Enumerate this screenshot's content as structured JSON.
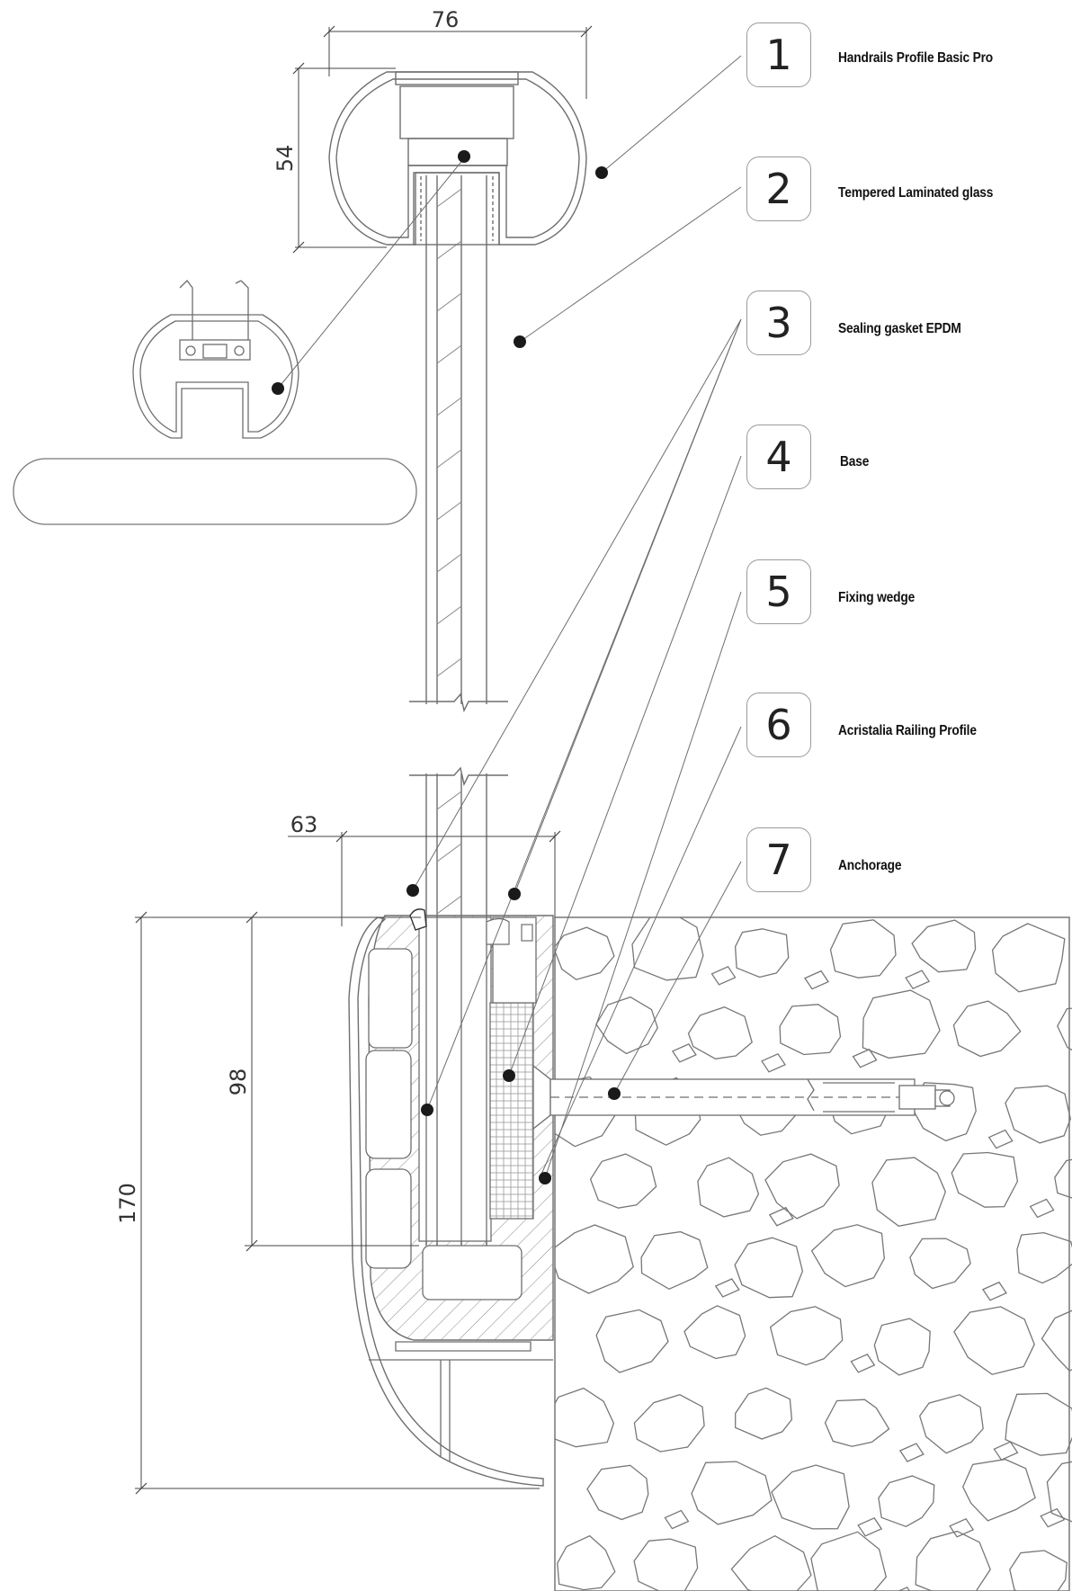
{
  "legend": [
    {
      "number": "1",
      "label": "Handrails Profile Basic Pro"
    },
    {
      "number": "2",
      "label": "Tempered Laminated glass"
    },
    {
      "number": "3",
      "label": "Sealing gasket EPDM"
    },
    {
      "number": "4",
      "label": "Base"
    },
    {
      "number": "5",
      "label": "Fixing wedge"
    },
    {
      "number": "6",
      "label": "Acristalia Railing Profile"
    },
    {
      "number": "7",
      "label": "Anchorage"
    }
  ],
  "dimensions": {
    "handrail_width": "76",
    "handrail_height": "54",
    "base_width": "63",
    "glass_embed": "98",
    "base_height": "170"
  },
  "colors": {
    "line": "#6e6e6e",
    "dark": "#1a1a1a"
  }
}
